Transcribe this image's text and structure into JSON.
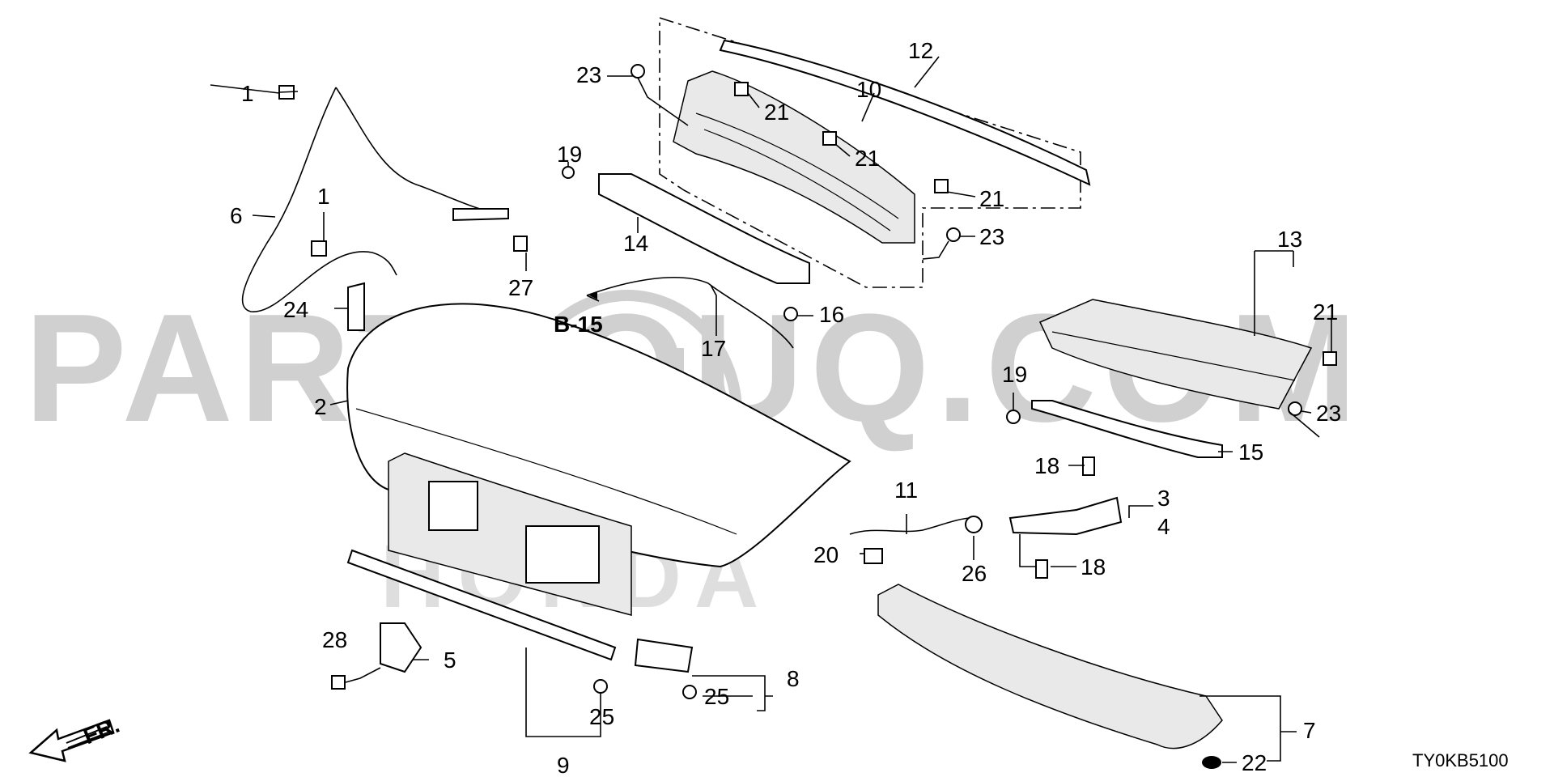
{
  "watermark": {
    "text": "PARTSOUQ.COM",
    "brand": "HONDA"
  },
  "diagram_code": "TY0KB5100",
  "ref_label": "B-15",
  "front_label": "FR.",
  "callouts": {
    "c1a": "1",
    "c1b": "1",
    "c2": "2",
    "c3": "3",
    "c4": "4",
    "c5": "5",
    "c6": "6",
    "c7": "7",
    "c8": "8",
    "c9": "9",
    "c10": "10",
    "c11": "11",
    "c12": "12",
    "c13": "13",
    "c14": "14",
    "c15": "15",
    "c16": "16",
    "c17": "17",
    "c18a": "18",
    "c18b": "18",
    "c19a": "19",
    "c19b": "19",
    "c20": "20",
    "c21a": "21",
    "c21b": "21",
    "c21c": "21",
    "c21d": "21",
    "c22": "22",
    "c23a": "23",
    "c23b": "23",
    "c23c": "23",
    "c24": "24",
    "c25a": "25",
    "c25b": "25",
    "c26": "26",
    "c27": "27",
    "c28": "28"
  }
}
